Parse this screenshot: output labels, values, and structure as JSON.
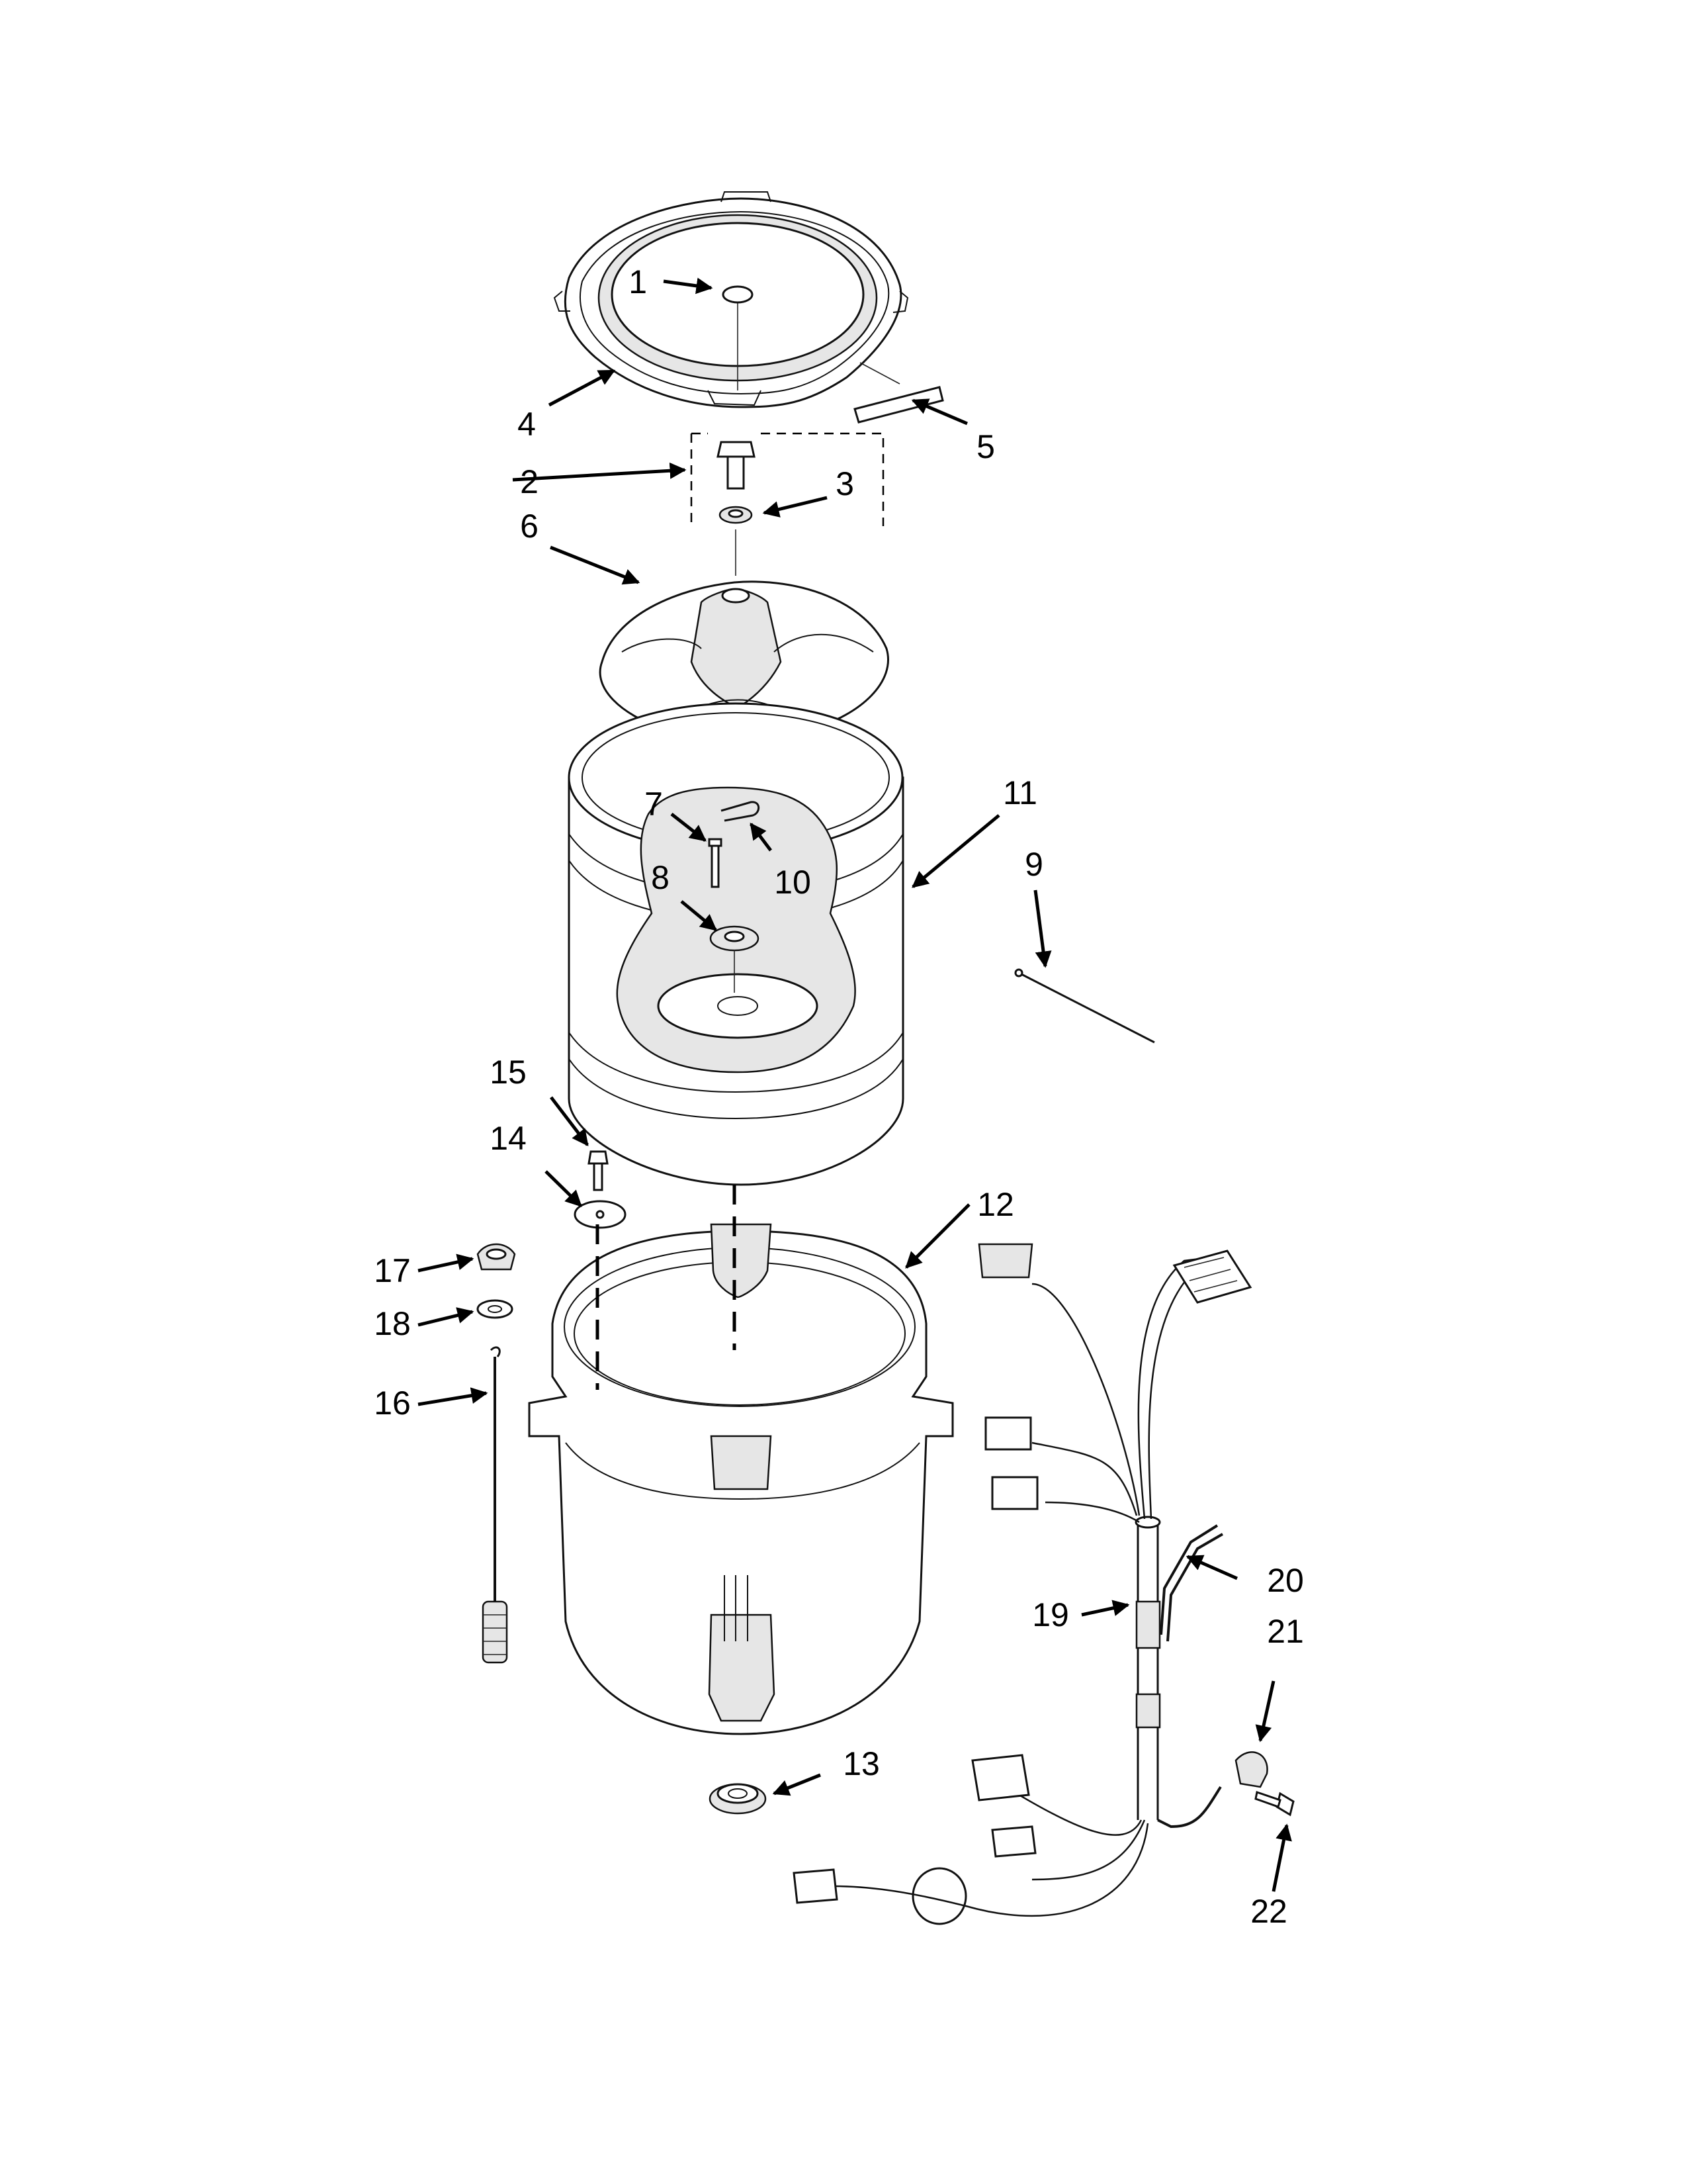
{
  "callouts": [
    "1",
    "2",
    "3",
    "4",
    "5",
    "6",
    "7",
    "8",
    "9",
    "10",
    "11",
    "12",
    "13",
    "14",
    "15",
    "16",
    "17",
    "18",
    "19",
    "20",
    "21",
    "22"
  ],
  "colors": {
    "line": "#000000",
    "shade": "#e6e6e6",
    "background": "#ffffff"
  }
}
